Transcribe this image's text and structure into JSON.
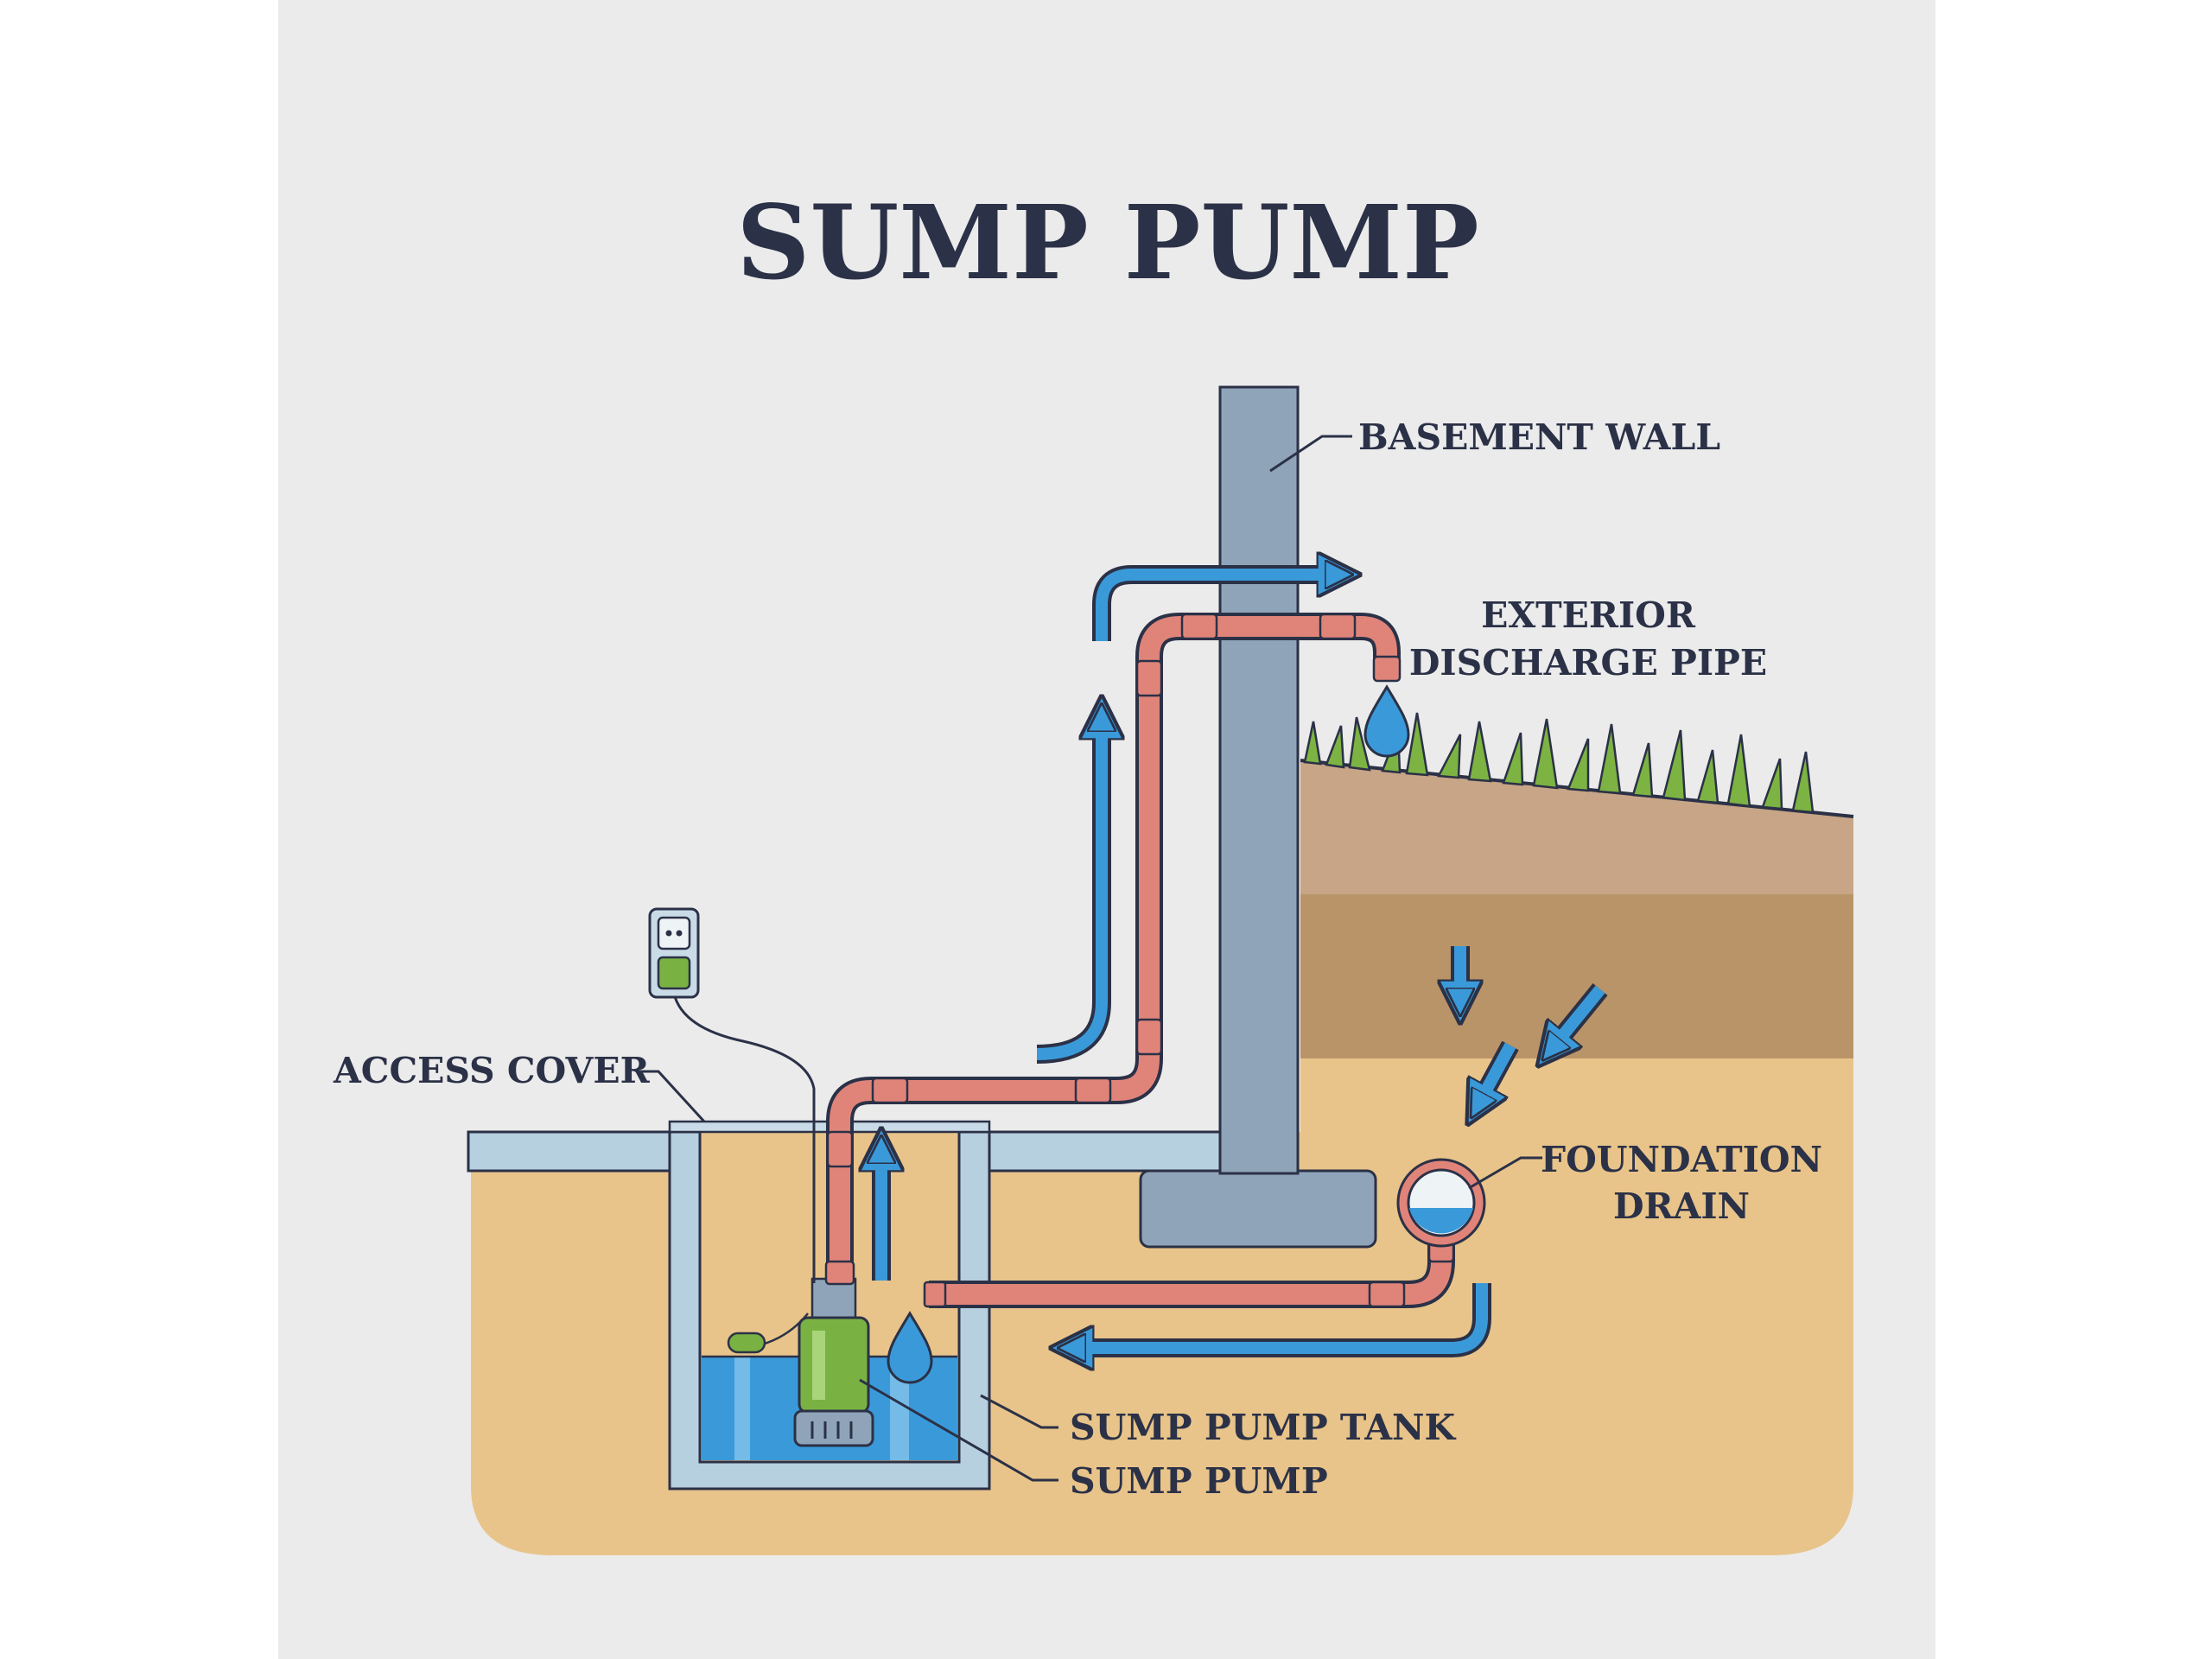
{
  "title": "SUMP PUMP",
  "labels": {
    "basement_wall": "BASEMENT WALL",
    "exterior_discharge_pipe_line1": "EXTERIOR",
    "exterior_discharge_pipe_line2": "DISCHARGE PIPE",
    "access_cover": "ACCESS COVER",
    "foundation_drain_line1": "FOUNDATION",
    "foundation_drain_line2": "DRAIN",
    "sump_pump_tank": "SUMP PUMP TANK",
    "sump_pump": "SUMP PUMP"
  },
  "colors": {
    "background": "#ebebeb",
    "outer_margin": "#ffffff",
    "text": "#2b3147",
    "wall": "#8fa4b8",
    "pipe": "#e0847a",
    "water_arrow": "#3a9ad9",
    "soil_sand": "#e8c48a",
    "soil_dark": "#b99468",
    "soil_top": "#c7a586",
    "grass": "#7cb342",
    "tank": "#b7d0e0",
    "pump": "#79b243",
    "water": "#3a9ad9"
  },
  "icons": [
    "outlet-icon",
    "water-drop-icon",
    "grass-icon",
    "flow-arrow-icon"
  ]
}
